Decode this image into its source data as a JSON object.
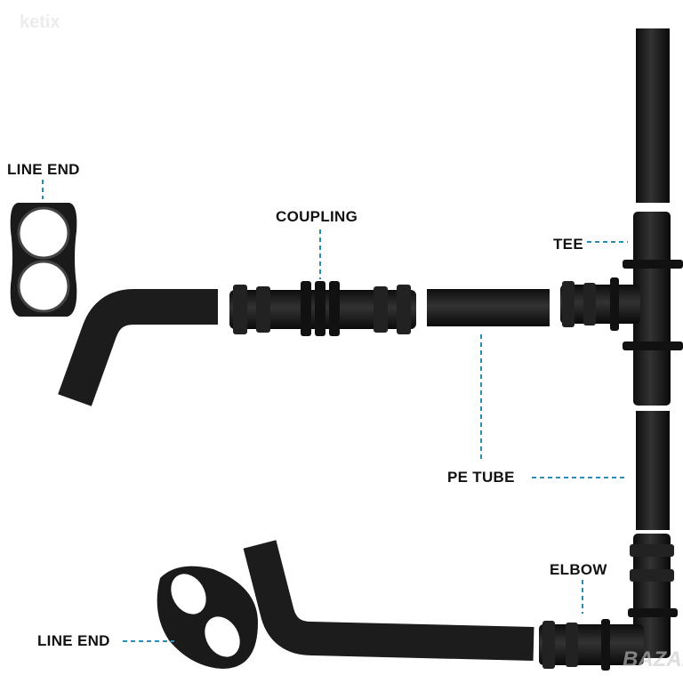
{
  "watermarks": {
    "top_left": "ketix",
    "bottom_right": "BAZAR"
  },
  "labels": {
    "line_end_top": "LINE END",
    "coupling": "COUPLING",
    "tee": "TEE",
    "pe_tube": "PE TUBE",
    "elbow": "ELBOW",
    "line_end_bottom": "LINE END"
  },
  "colors": {
    "leader_line": "#2b8db3",
    "part": "#1a1a1a",
    "label": "#111111"
  }
}
